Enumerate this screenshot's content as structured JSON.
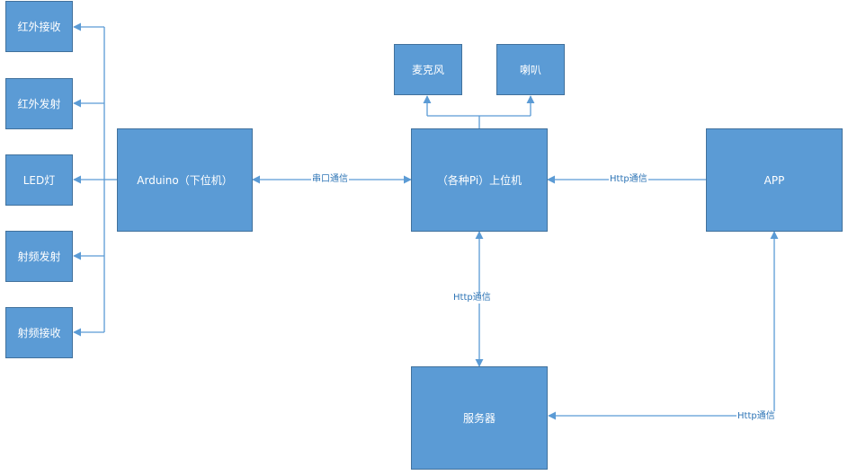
{
  "nodes": {
    "ir_receive": "红外接收",
    "ir_transmit": "红外发射",
    "led": "LED灯",
    "rf_transmit": "射频发射",
    "rf_receive": "射频接收",
    "arduino": "Arduino（下位机）",
    "host": "（各种Pi）上位机",
    "mic": "麦克风",
    "speaker": "喇叭",
    "app": "APP",
    "server": "服务器"
  },
  "edges": {
    "serial": "串口通信",
    "http_app_host": "Http通信",
    "http_host_server": "Http通信",
    "http_server_app": "Http通信"
  },
  "colors": {
    "box_fill": "#5b9bd5",
    "box_border": "#41719c",
    "line": "#5b9bd5",
    "label_text": "#2e75b6"
  }
}
